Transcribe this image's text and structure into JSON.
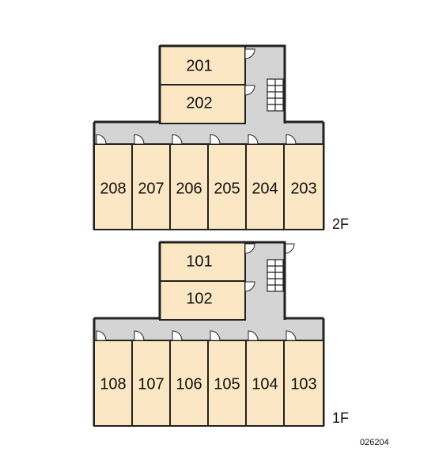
{
  "floors": [
    {
      "label": "2F",
      "upper_rooms": [
        "201",
        "202"
      ],
      "lower_rooms": [
        "208",
        "207",
        "206",
        "205",
        "204",
        "203"
      ]
    },
    {
      "label": "1F",
      "upper_rooms": [
        "101",
        "102"
      ],
      "lower_rooms": [
        "108",
        "107",
        "106",
        "105",
        "104",
        "103"
      ]
    }
  ],
  "plan_code": "026204",
  "colors": {
    "room": "#fbe7c4",
    "corridor": "#d4d4d4",
    "wall": "#222222"
  }
}
